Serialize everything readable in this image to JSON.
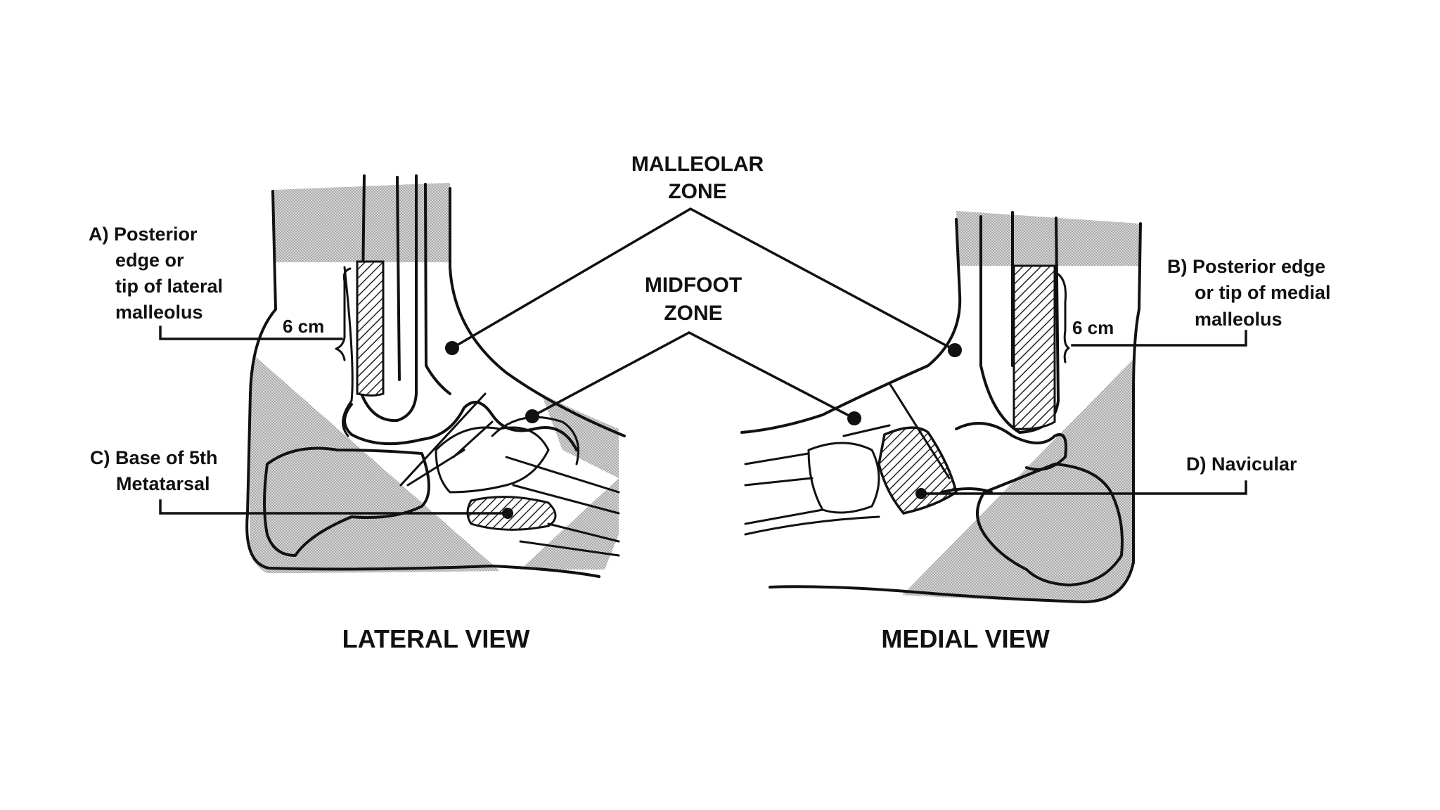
{
  "labels": {
    "a": [
      "A) Posterior",
      "edge or",
      "tip of lateral",
      "malleolus"
    ],
    "b": [
      "B) Posterior edge",
      "or tip of medial",
      "malleolus"
    ],
    "c": [
      "C) Base of 5th",
      "Metatarsal"
    ],
    "d": [
      "D) Navicular"
    ]
  },
  "zones": {
    "malleolar": [
      "MALLEOLAR",
      "ZONE"
    ],
    "midfoot": [
      "MIDFOOT",
      "ZONE"
    ]
  },
  "measure": {
    "left": "6 cm",
    "right": "6 cm"
  },
  "views": {
    "lateral": "LATERAL VIEW",
    "medial": "MEDIAL VIEW"
  },
  "colors": {
    "ink": "#111111",
    "shade": "#c4c4c4",
    "background": "#ffffff"
  }
}
